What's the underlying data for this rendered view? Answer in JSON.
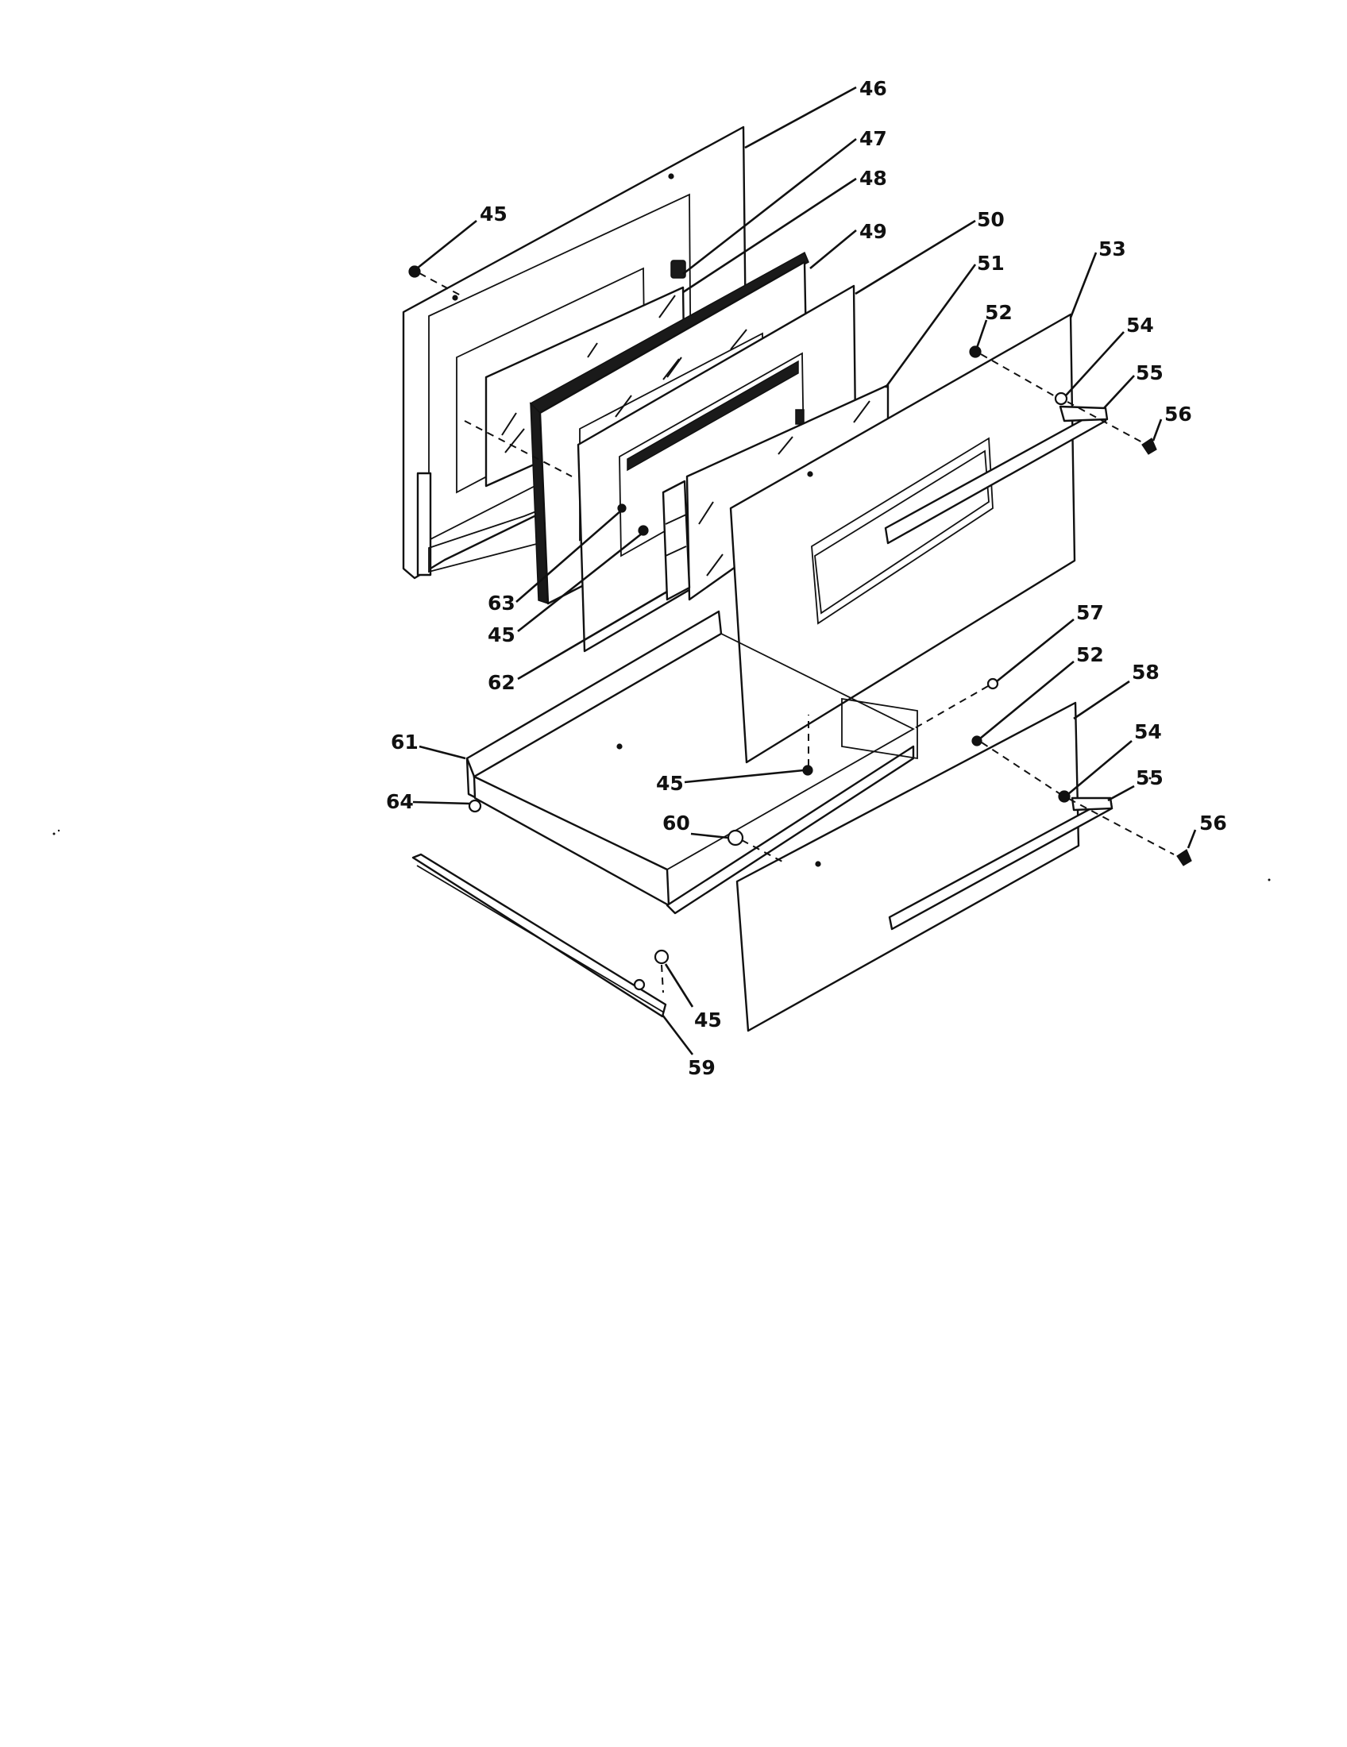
{
  "callouts": {
    "c46": "46",
    "c47": "47",
    "c48": "48",
    "c49": "49",
    "c50": "50",
    "c51": "51",
    "c53": "53",
    "c54a": "54",
    "c55a": "55",
    "c56a": "56",
    "c52a": "52",
    "c45a": "45",
    "c63": "63",
    "c45b": "45",
    "c62": "62",
    "c57": "57",
    "c52b": "52",
    "c58": "58",
    "c54b": "54",
    "c55b": "55",
    "c56b": "56",
    "c61": "61",
    "c64": "64",
    "c45c": "45",
    "c60": "60",
    "c45d": "45",
    "c59": "59"
  },
  "colors": {
    "ink": "#111111",
    "paper": "#ffffff"
  }
}
